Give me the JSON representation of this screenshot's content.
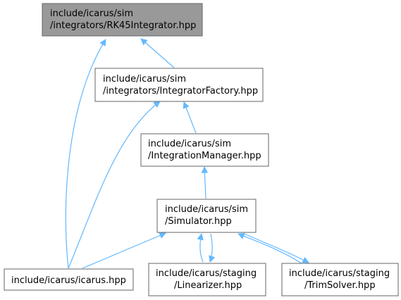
{
  "colors": {
    "edge": "#63b8ff",
    "node_border": "#666666",
    "node_fill": "#ffffff",
    "highlight_fill": "#999999"
  },
  "nodes": {
    "rk45": {
      "lines": [
        "include/icarus/sim",
        "/integrators/RK45Integrator.hpp"
      ],
      "highlighted": true
    },
    "factory": {
      "lines": [
        "include/icarus/sim",
        "/integrators/IntegratorFactory.hpp"
      ]
    },
    "manager": {
      "lines": [
        "include/icarus/sim",
        "/IntegrationManager.hpp"
      ]
    },
    "simulator": {
      "lines": [
        "include/icarus/sim",
        "/Simulator.hpp"
      ]
    },
    "icarus": {
      "lines": [
        "include/icarus/icarus.hpp"
      ]
    },
    "linearizer": {
      "lines": [
        "include/icarus/staging",
        "/Linearizer.hpp"
      ]
    },
    "trimsolver": {
      "lines": [
        "include/icarus/staging",
        "/TrimSolver.hpp"
      ]
    }
  }
}
